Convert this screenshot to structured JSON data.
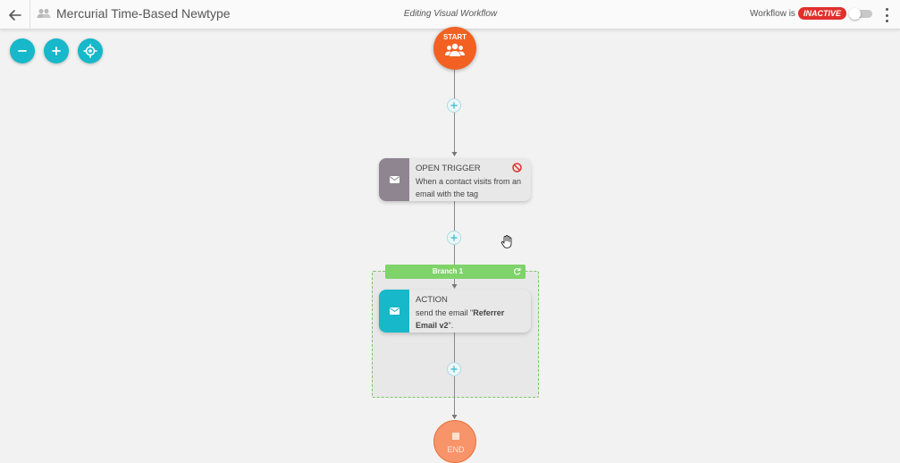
{
  "header": {
    "title": "Mercurial Time-Based Newtype",
    "editing_label": "Editing Visual Workflow",
    "status_label": "Workflow is",
    "status_badge": "INACTIVE",
    "back_icon": "arrow-left-icon",
    "group_icon": "group-icon",
    "menu_icon": "kebab-menu-icon"
  },
  "controls": {
    "zoom_out_icon": "minus-icon",
    "zoom_in_icon": "plus-icon",
    "recenter_icon": "crosshair-icon"
  },
  "workflow": {
    "start_label": "START",
    "end_label": "END",
    "trigger": {
      "title": "OPEN TRIGGER",
      "description": "When a contact visits from an email with the tag",
      "icon": "envelope-icon",
      "status_icon": "blocked-icon"
    },
    "branch": {
      "label": "Branch 1"
    },
    "action": {
      "title": "ACTION",
      "description_prefix": "send the email \"",
      "email_name": "Referrer Email v2",
      "description_suffix": "\".",
      "icon": "envelope-icon"
    }
  },
  "colors": {
    "accent": "#16b8c9",
    "start": "#f26122",
    "end": "#f79469",
    "inactive": "#e0302c",
    "trigger_side": "#8e8590",
    "branch": "#7ed36a"
  }
}
